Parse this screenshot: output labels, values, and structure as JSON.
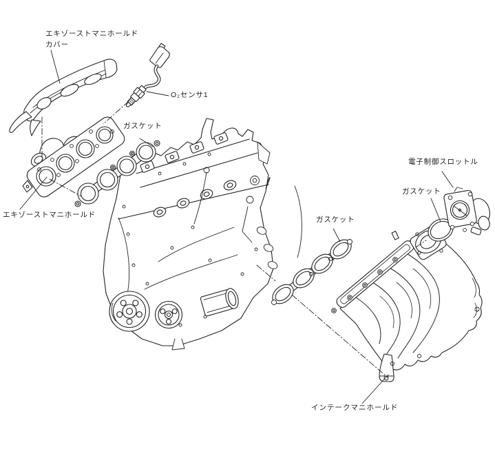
{
  "diagram": {
    "type": "engine-exploded-parts-diagram",
    "background_color": "#ffffff",
    "line_color": "#222222",
    "labels": {
      "exhaust_manifold_cover": {
        "line1": "エキゾーストマニホールド",
        "line2": "カバー"
      },
      "o2_sensor": {
        "text": "O₂センサ1"
      },
      "exhaust_gasket": {
        "text": "ガスケット"
      },
      "exhaust_manifold": {
        "text": "エキゾーストマニホールド"
      },
      "electronic_throttle": {
        "text": "電子制御スロットル"
      },
      "throttle_gasket": {
        "text": "ガスケット"
      },
      "intake_gasket": {
        "text": "ガスケット"
      },
      "intake_manifold": {
        "text": "インテークマニホールド"
      }
    }
  }
}
